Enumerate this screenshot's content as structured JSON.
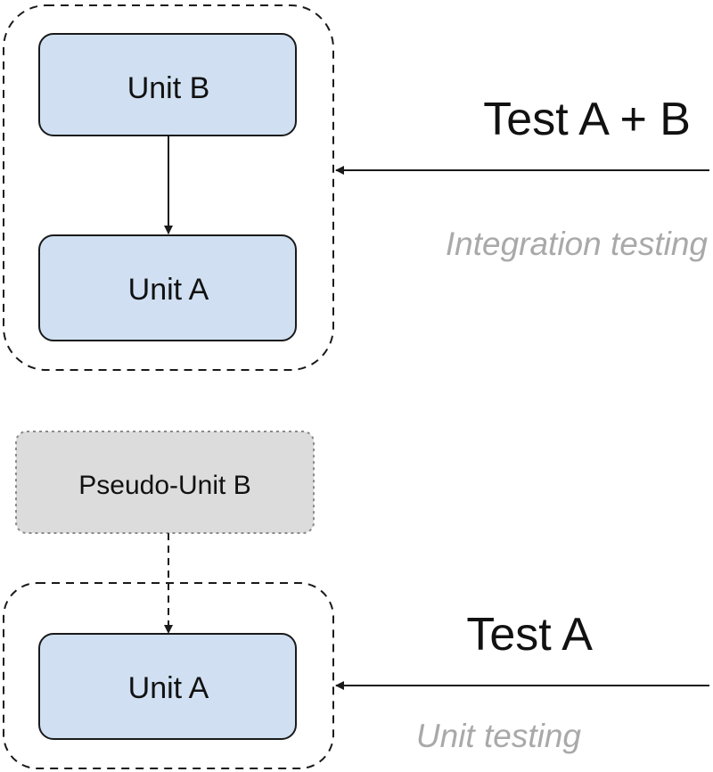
{
  "integration": {
    "top_unit_label": "Unit B",
    "bottom_unit_label": "Unit A",
    "test_label": "Test A + B",
    "caption": "Integration testing"
  },
  "unit": {
    "stub_label": "Pseudo-Unit B",
    "unit_label": "Unit A",
    "test_label": "Test A",
    "caption": "Unit testing"
  },
  "colors": {
    "unit_fill": "#d0e0f2",
    "stub_fill": "#dcdcdc",
    "caption_text": "#a9a9a9",
    "stroke": "#1a1a1a"
  }
}
